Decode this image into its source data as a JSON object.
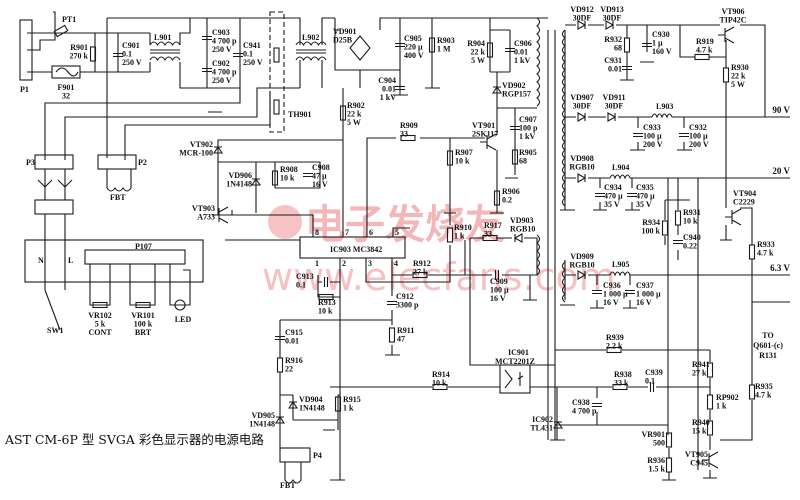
{
  "caption": "AST CM-6P 型 SVGA 彩色显示器的电源电路",
  "watermark": {
    "brand": "电子发烧友",
    "url": "www.elecfans.com"
  },
  "rails": {
    "v90": "90 V",
    "v20": "20 V",
    "v63": "6.3 V",
    "to1": "TO",
    "to2": "Q601-(c)",
    "to3": "R131"
  },
  "connectors": {
    "P1": "P1",
    "P2": "P2",
    "P3": "P3",
    "P4": "P4",
    "P107": "P107",
    "FBT1": "FBT",
    "FBT2": "FBT",
    "N": "N",
    "L": "L",
    "SW1": "SW1"
  },
  "ic": {
    "IC903": "IC903   MC3842",
    "pins": [
      "8",
      "7",
      "6",
      "5",
      "1",
      "2",
      "3",
      "4"
    ],
    "IC901a": "IC901",
    "IC901b": "MCT2201Z"
  },
  "components": {
    "PT1": [
      "PT1"
    ],
    "F901": [
      "F901",
      "32"
    ],
    "R901": [
      "R901",
      "270 k"
    ],
    "C901": [
      "C901",
      "0.1",
      "250 V"
    ],
    "L901": [
      "L901"
    ],
    "C903": [
      "C903",
      "4 700 p",
      "250 V"
    ],
    "C902": [
      "C902",
      "4 700 p",
      "250 V"
    ],
    "C941": [
      "C941",
      "0.1",
      "250 V"
    ],
    "TH901": [
      "TH901"
    ],
    "L902": [
      "L902"
    ],
    "VD901": [
      "VD901",
      "D25B"
    ],
    "C904": [
      "C904",
      "0.01",
      "1 kV"
    ],
    "C905": [
      "C905",
      "220 µ",
      "400 V"
    ],
    "R903": [
      "R903",
      "1 M"
    ],
    "R902": [
      "R902",
      "22 k",
      "5 W"
    ],
    "R904": [
      "R904",
      "22 k",
      "5 W"
    ],
    "C906": [
      "C906",
      "0.01",
      "1 kV"
    ],
    "VD902": [
      "VD902",
      "RGP157"
    ],
    "C907": [
      "C907",
      "100 p",
      "1 kV"
    ],
    "R905": [
      "R905",
      "68"
    ],
    "VT901": [
      "VT901",
      "2SK117"
    ],
    "R909": [
      "R909",
      "33"
    ],
    "R907": [
      "R907",
      "10 k"
    ],
    "R906": [
      "R906",
      "0.2"
    ],
    "VT902": [
      "VT902",
      "MCR-100"
    ],
    "VD906": [
      "VD906",
      "1N4148"
    ],
    "R908": [
      "R908",
      "10 k"
    ],
    "C908": [
      "C908",
      "47 µ",
      "16 V"
    ],
    "VT903": [
      "VT903",
      "A733"
    ],
    "R910": [
      "R910",
      "1 k"
    ],
    "R917": [
      "R917",
      "33"
    ],
    "VD903": [
      "VD903",
      "RGB10"
    ],
    "R912": [
      "R912",
      "27 k"
    ],
    "C909": [
      "C909",
      "100 µ",
      "16 V"
    ],
    "C913": [
      "C913",
      "0.1"
    ],
    "R913": [
      "R913",
      "10 k"
    ],
    "C912": [
      "C912",
      "3300 p"
    ],
    "R911": [
      "R911",
      "47"
    ],
    "C915": [
      "C915",
      "0.01"
    ],
    "R916": [
      "R916",
      "22"
    ],
    "VD904": [
      "VD904",
      "1N4148"
    ],
    "VD905": [
      "VD905",
      "1N4148"
    ],
    "R915": [
      "R915",
      "1 k"
    ],
    "VR102": [
      "VR102",
      "5 k",
      "CONT"
    ],
    "VR101": [
      "VR101",
      "100 k",
      "BRT"
    ],
    "LED": [
      "LED"
    ],
    "VD912": [
      "VD912",
      "30DF"
    ],
    "VD913": [
      "VD913",
      "30DF"
    ],
    "R932": [
      "R932",
      "68"
    ],
    "C930": [
      "C930",
      "1 µ",
      "160 V"
    ],
    "C931": [
      "C931",
      "0.01"
    ],
    "VT906": [
      "VT906",
      "TIP42C"
    ],
    "R919": [
      "R919",
      "4.7 k"
    ],
    "R930": [
      "R930",
      "22 k",
      "5 W"
    ],
    "VD907": [
      "VD907",
      "30DF"
    ],
    "VD911": [
      "VD911",
      "30DF"
    ],
    "L903": [
      "L903"
    ],
    "C933": [
      "C933",
      "100 µ",
      "200 V"
    ],
    "C932": [
      "C932",
      "100 µ",
      "200 V"
    ],
    "VD908": [
      "VD908",
      "RGB10"
    ],
    "L904": [
      "L904"
    ],
    "C934": [
      "C934",
      "470 µ",
      "35 V"
    ],
    "C935": [
      "C935",
      "470 µ",
      "35 V"
    ],
    "VT904": [
      "VT904",
      "C2229"
    ],
    "R934": [
      "R934",
      "100 k"
    ],
    "R931": [
      "R931",
      "10 k"
    ],
    "C940": [
      "C940",
      "0.22"
    ],
    "R933": [
      "R933",
      "4.7 k"
    ],
    "VD909": [
      "VD909",
      "RGB10"
    ],
    "L905": [
      "L905"
    ],
    "C936": [
      "C936",
      "1 000 µ",
      "16 V"
    ],
    "C937": [
      "C937",
      "1 000 µ",
      "16 V"
    ],
    "R914": [
      "R914",
      "10 k"
    ],
    "R939": [
      "R939",
      "2.2 k"
    ],
    "R938": [
      "R938",
      "33 k"
    ],
    "C939": [
      "C939",
      "0.1"
    ],
    "C938": [
      "C938",
      "4 700 p"
    ],
    "IC902": [
      "IC902",
      "TL431"
    ],
    "R941": [
      "R941",
      "27 k"
    ],
    "RP902": [
      "RP902",
      "1 k"
    ],
    "R940": [
      "R940",
      "15 k"
    ],
    "R935": [
      "R935",
      "4.7 k"
    ],
    "VR901": [
      "VR901",
      "500"
    ],
    "R936": [
      "R936",
      "1.5 k"
    ],
    "VT905": [
      "VT905",
      "C945"
    ]
  }
}
